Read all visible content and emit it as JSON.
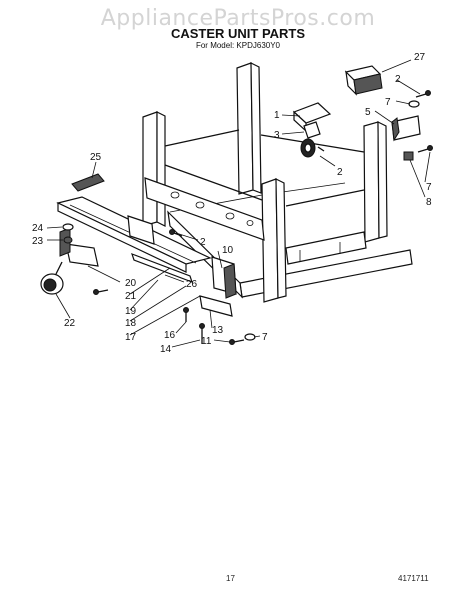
{
  "watermark": "AppliancePartsPros.com",
  "title": "CASTER UNIT PARTS",
  "model_line": "For Model: KPDJ630Y0",
  "page_number": "17",
  "doc_number": "4171711",
  "callouts": {
    "c27": "27",
    "c2a": "2",
    "c7a": "7",
    "c5": "5",
    "c1": "1",
    "c3": "3",
    "c2b": "2",
    "c7b": "7",
    "c8": "8",
    "c25": "25",
    "c24": "24",
    "c23": "23",
    "c2c": "2",
    "c10": "10",
    "c20": "20",
    "c21": "21",
    "c26": "26",
    "c22": "22",
    "c19": "19",
    "c18": "18",
    "c17": "17",
    "c16": "16",
    "c13": "13",
    "c7c": "7",
    "c11": "11",
    "c14": "14"
  }
}
